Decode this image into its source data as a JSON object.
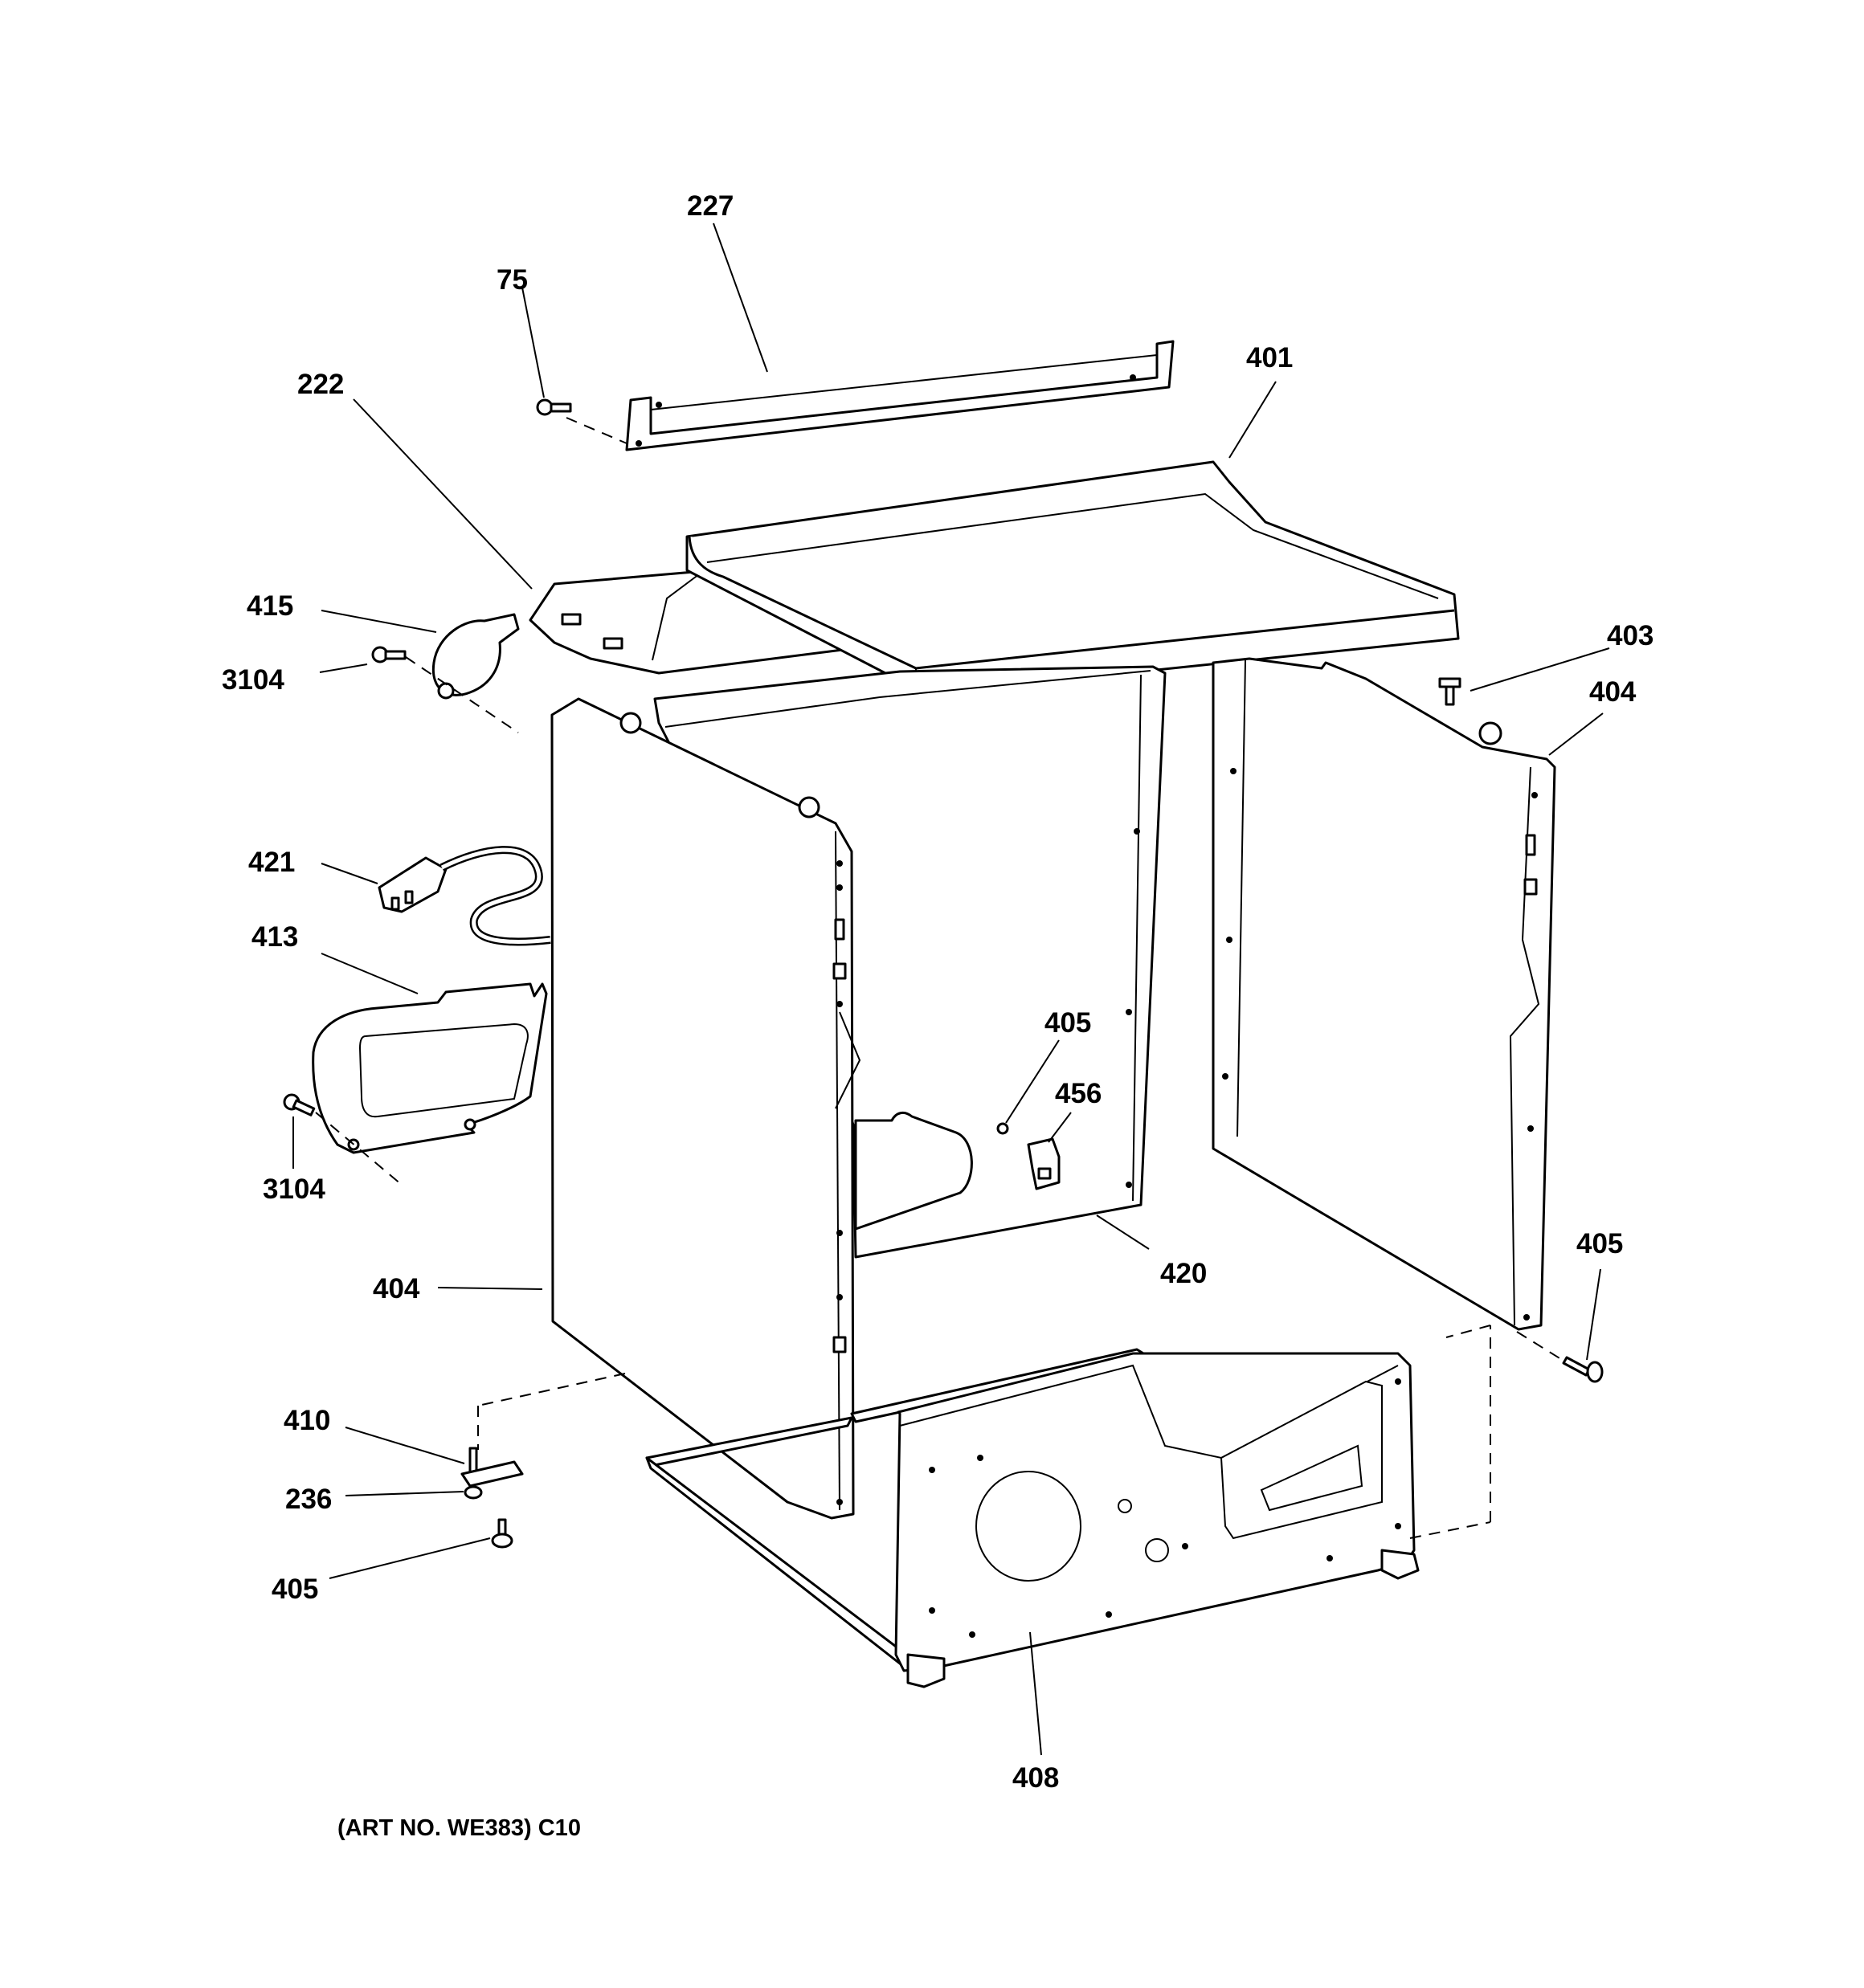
{
  "callouts": {
    "c227": "227",
    "c75": "75",
    "c401": "401",
    "c222": "222",
    "c415": "415",
    "c3104a": "3104",
    "c403": "403",
    "c404a": "404",
    "c421": "421",
    "c413": "413",
    "c405a": "405",
    "c456": "456",
    "c3104b": "3104",
    "c420": "420",
    "c405b": "405",
    "c404b": "404",
    "c410": "410",
    "c236": "236",
    "c405c": "405",
    "c408": "408"
  },
  "caption": "(ART NO. WE383) C10"
}
